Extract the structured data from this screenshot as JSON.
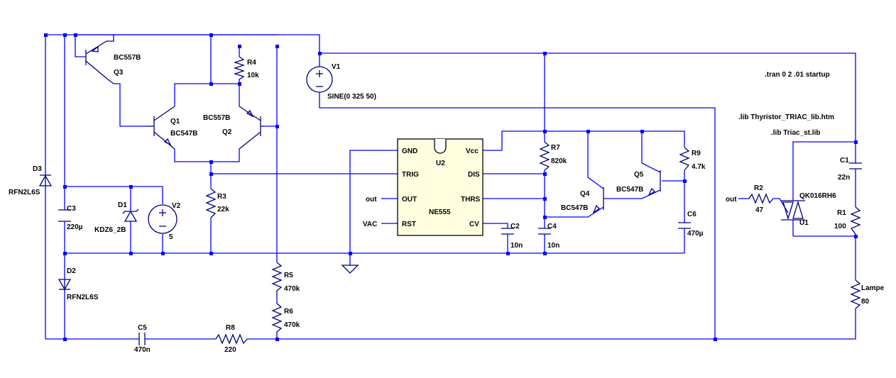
{
  "directives": {
    "tran": ".tran 0 2 .01 startup",
    "lib1": ".lib Thyristor_TRIAC_lib.htm",
    "lib2": ".lib Triac_st.lib"
  },
  "components": {
    "q3": {
      "name": "Q3",
      "model": "BC557B"
    },
    "q1": {
      "name": "Q1",
      "model": "BC547B"
    },
    "q2": {
      "name": "Q2",
      "model": "BC557B"
    },
    "q4": {
      "name": "Q4",
      "model": "BC547B"
    },
    "q5": {
      "name": "Q5",
      "model": "BC547B"
    },
    "r1": {
      "name": "R1",
      "value": "100"
    },
    "r2": {
      "name": "R2",
      "value": "47"
    },
    "r3": {
      "name": "R3",
      "value": "22k"
    },
    "r4": {
      "name": "R4",
      "value": "10k"
    },
    "r5": {
      "name": "R5",
      "value": "470k"
    },
    "r6": {
      "name": "R6",
      "value": "470k"
    },
    "r7": {
      "name": "R7",
      "value": "820k"
    },
    "r8": {
      "name": "R8",
      "value": "220"
    },
    "r9": {
      "name": "R9",
      "value": "4.7k"
    },
    "lampe": {
      "name": "Lampe",
      "value": "80"
    },
    "c1": {
      "name": "C1",
      "value": "22n"
    },
    "c2": {
      "name": "C2",
      "value": "10n"
    },
    "c3": {
      "name": "C3",
      "value": "220µ"
    },
    "c4": {
      "name": "C4",
      "value": "10n"
    },
    "c5": {
      "name": "C5",
      "value": "470n"
    },
    "c6": {
      "name": "C6",
      "value": "470µ"
    },
    "d1": {
      "name": "D1",
      "model": "KDZ6_2B"
    },
    "d2": {
      "name": "D2",
      "model": "RFN2L6S"
    },
    "d3": {
      "name": "D3",
      "model": "RFN2L6S"
    },
    "v1": {
      "name": "V1",
      "value": "SINE(0 325 50)"
    },
    "v2": {
      "name": "V2",
      "value": "5"
    },
    "u1": {
      "name": "U1",
      "model": "QK016RH6"
    },
    "u2": {
      "name": "U2",
      "model": "NE555",
      "pins": {
        "gnd": "GND",
        "trig": "TRIG",
        "out": "OUT",
        "rst": "RST",
        "vcc": "Vcc",
        "dis": "DIS",
        "thrs": "THRS",
        "cv": "CV"
      }
    }
  },
  "net_labels": {
    "out_left": "out",
    "vac_left": "VAC",
    "out_right": "out"
  }
}
